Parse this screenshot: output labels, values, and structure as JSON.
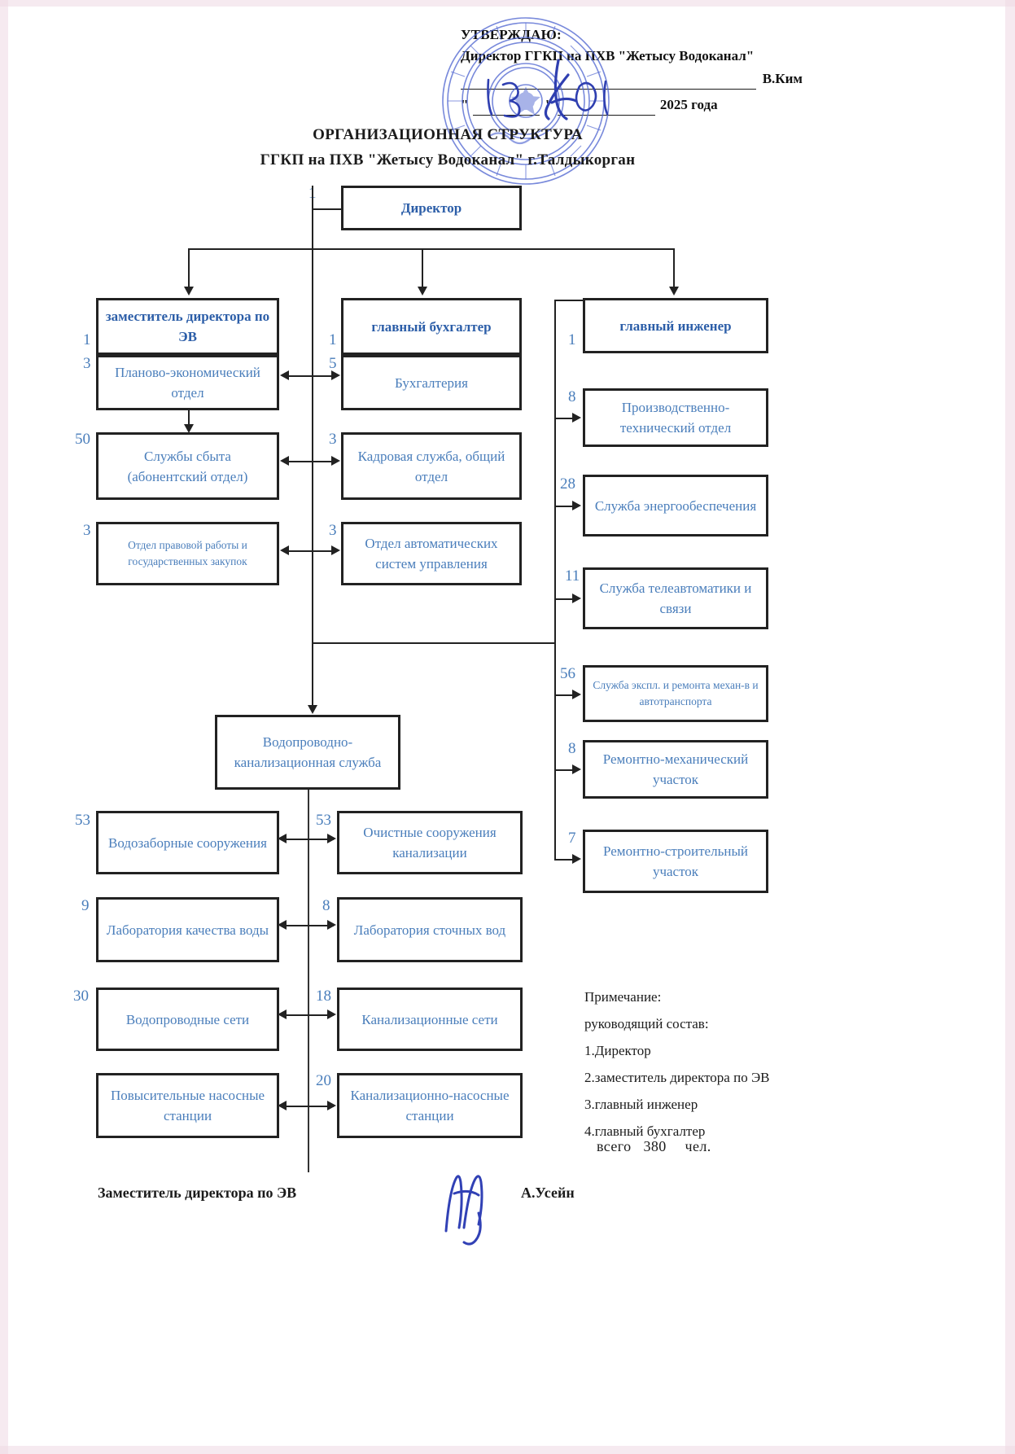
{
  "approval": {
    "word": "УТВЕРЖДАЮ:",
    "line2": "Директор ГГКП на ПХВ  \"Жетысу Водоканал\"",
    "signer": "В.Ким",
    "quote_open": "\"",
    "quote_close": "\"",
    "year": "2025 года"
  },
  "title": {
    "line1": "ОРГАНИЗАЦИОННАЯ СТРУКТУРА",
    "line2": "ГГКП на ПХВ \"Жетысу Водоканал\" г.Талдыкорган"
  },
  "nodes": {
    "director": {
      "label": "Директор",
      "count": "1"
    },
    "deputy": {
      "label": "заместитель директора по ЭВ",
      "count": "1"
    },
    "planning": {
      "label": "Планово-экономический отдел",
      "count": "3"
    },
    "sales": {
      "label": "Службы сбыта (абонентский отдел)",
      "count": "50"
    },
    "legal": {
      "label": "Отдел правовой работы и государственных закупок",
      "count": "3"
    },
    "chief_accountant": {
      "label": "главный бухгалтер",
      "count": "1"
    },
    "accounting": {
      "label": "Бухгалтерия",
      "count": "5"
    },
    "hr": {
      "label": "Кадровая служба, общий отдел",
      "count": "3"
    },
    "acs": {
      "label": "Отдел автоматических систем управления",
      "count": "3"
    },
    "chief_engineer": {
      "label": "главный инженер",
      "count": "1"
    },
    "pto": {
      "label": "Производственно-технический отдел",
      "count": "8"
    },
    "energy": {
      "label": "Служба энергообеспечения",
      "count": "28"
    },
    "telemetry": {
      "label": "Служба телеавтоматики и связи",
      "count": "11"
    },
    "transport": {
      "label": "Служба экспл. и ремонта механ-в и автотранспорта",
      "count": "56"
    },
    "mech_repair": {
      "label": "Ремонтно-механический участок",
      "count": "8"
    },
    "build_repair": {
      "label": "Ремонтно-строительный участок",
      "count": "7"
    },
    "vks": {
      "label": "Водопроводно-канализационная служба",
      "count": ""
    },
    "intake": {
      "label": "Водозаборные сооружения",
      "count": "53"
    },
    "treatment": {
      "label": "Очистные сооружения канализации",
      "count": "53"
    },
    "lab_water": {
      "label": "Лаборатория качества воды",
      "count": "9"
    },
    "lab_waste": {
      "label": "Лаборатория сточных вод",
      "count": "8"
    },
    "water_nets": {
      "label": "Водопроводные сети",
      "count": "30"
    },
    "sewer_nets": {
      "label": "Канализационные сети",
      "count": "18"
    },
    "boost_pumps": {
      "label": "Повысительные насосные станции",
      "count": ""
    },
    "sewer_pumps": {
      "label": "Канализационно-насосные станции",
      "count": "20"
    }
  },
  "notes": {
    "heading": "Примечание:",
    "subheading": "руководящий состав:",
    "items": [
      "1.Директор",
      "2.заместитель директора по ЭВ",
      "3.главный инженер",
      "4.главный бухгалтер"
    ]
  },
  "total": {
    "label": "всего",
    "value": "380",
    "unit": "чел."
  },
  "signature": {
    "title": "Заместитель директора по ЭВ",
    "name": "А.Усейн"
  },
  "colors": {
    "box_text": "#4a7ebb",
    "head_text": "#2c5ea8",
    "border": "#222222",
    "stamp": "#3b56c4"
  }
}
